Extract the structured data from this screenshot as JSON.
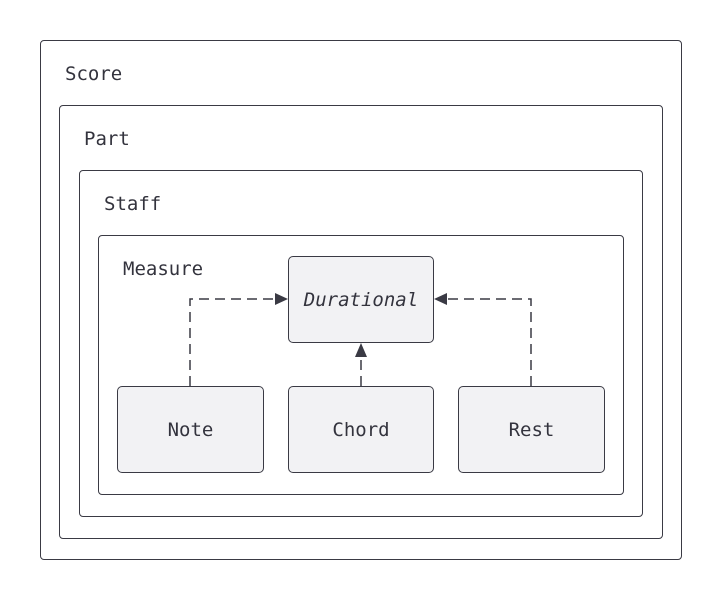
{
  "diagram": {
    "containers": {
      "score": {
        "label": "Score"
      },
      "part": {
        "label": "Part"
      },
      "staff": {
        "label": "Staff"
      },
      "measure": {
        "label": "Measure"
      }
    },
    "nodes": {
      "durational": {
        "label": "Durational",
        "abstract": true
      },
      "note": {
        "label": "Note"
      },
      "chord": {
        "label": "Chord"
      },
      "rest": {
        "label": "Rest"
      }
    },
    "edges": [
      {
        "from": "note",
        "to": "durational",
        "style": "dashed"
      },
      {
        "from": "chord",
        "to": "durational",
        "style": "dashed"
      },
      {
        "from": "rest",
        "to": "durational",
        "style": "dashed"
      }
    ],
    "colors": {
      "stroke": "#3a3a44",
      "node_fill": "#f2f2f4",
      "text": "#33333d"
    }
  }
}
